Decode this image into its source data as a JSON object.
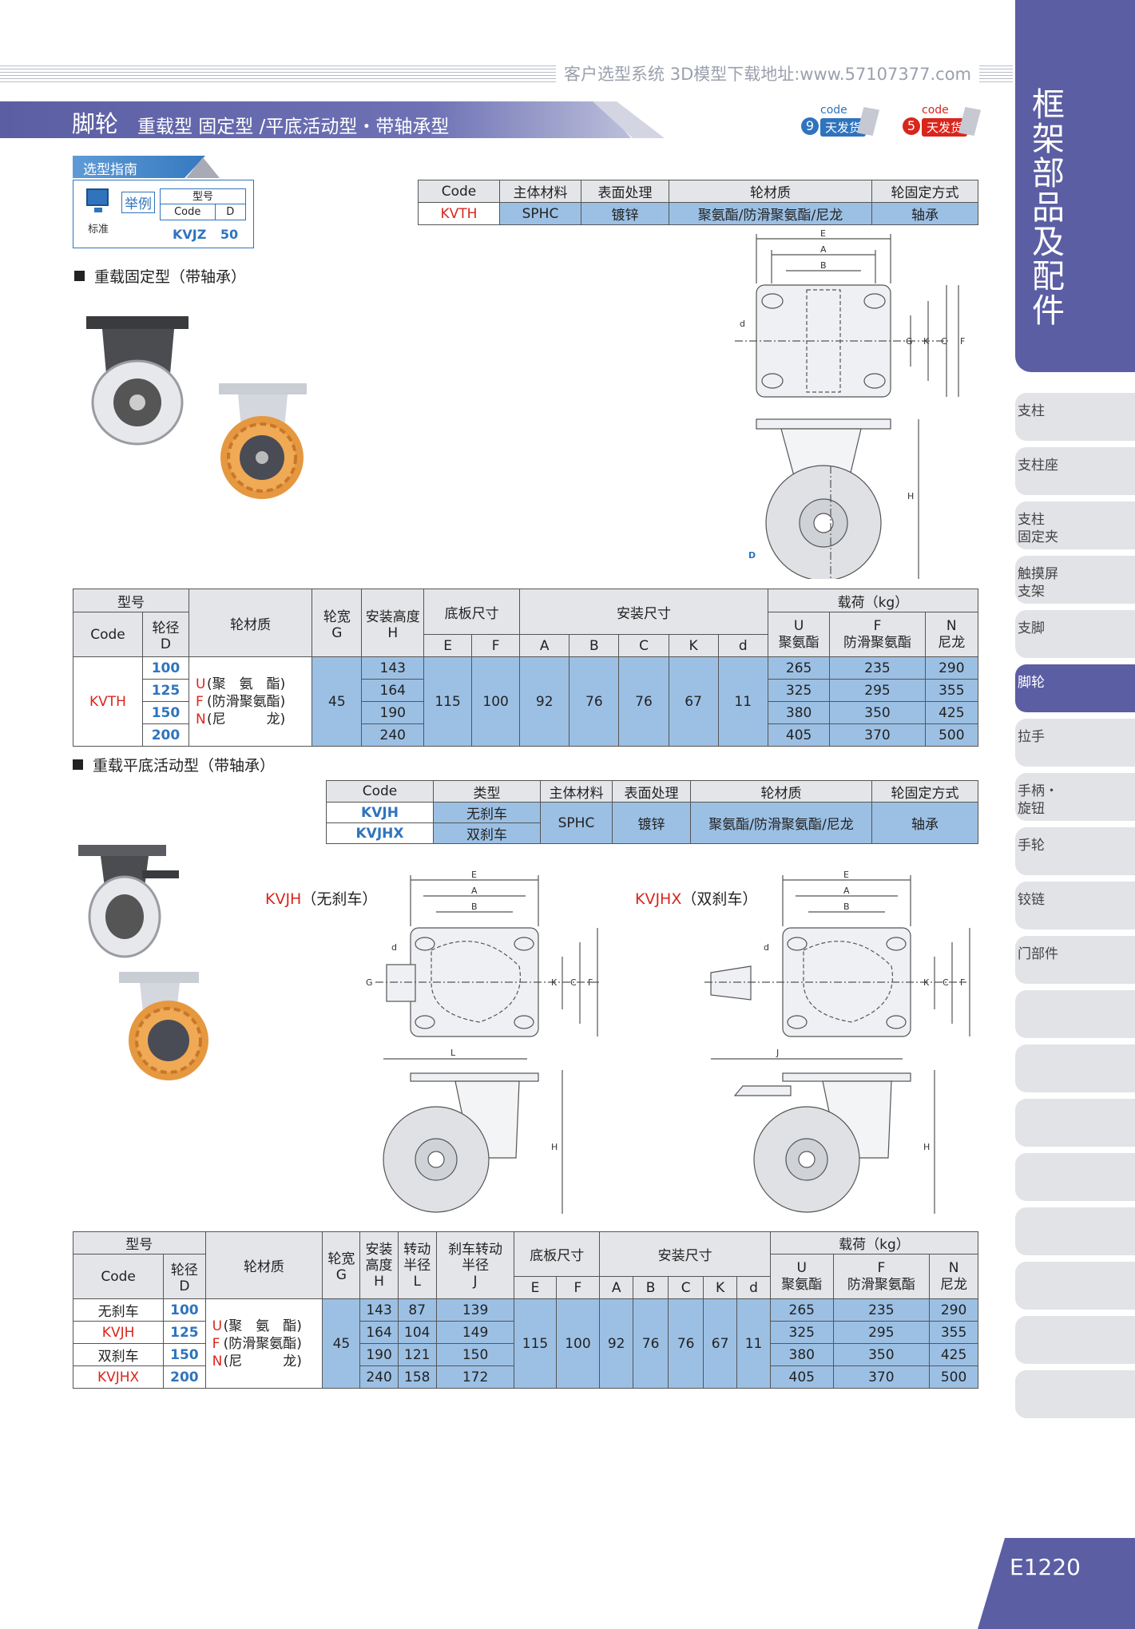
{
  "banner": "客户选型系统  3D模型下载地址:www.57107377.com",
  "header": {
    "title": "脚轮",
    "subtitle": "重载型  固定型  /平底活动型・带轴承型"
  },
  "badges": [
    {
      "code": "code",
      "num": "9",
      "days": "天发货",
      "color": "#2f74bd"
    },
    {
      "code": "code",
      "num": "5",
      "days": "天发货",
      "color": "#d9261c"
    }
  ],
  "sidebar": {
    "title": "框架部品及配件",
    "items": [
      "支柱",
      "支柱座",
      "支柱\n固定夹",
      "触摸屏\n支架",
      "支脚",
      "脚轮",
      "拉手",
      "手柄・\n旋钮",
      "手轮",
      "铰链",
      "门部件",
      "",
      "",
      "",
      "",
      "",
      "",
      "",
      ""
    ],
    "active_index": 5
  },
  "page_number": "E1220",
  "guide": {
    "bar": "选型指南",
    "example": "举例",
    "standard": "标准",
    "model": "型号",
    "col1": "Code",
    "col2": "D",
    "val1": "KVJZ",
    "val2": "50"
  },
  "section1": {
    "title": "重载固定型（带轴承）",
    "spec_head": [
      "Code",
      "主体材料",
      "表面处理",
      "轮材质",
      "轮固定方式"
    ],
    "spec_row": [
      "KVTH",
      "SPHC",
      "镀锌",
      "聚氨酯/防滑聚氨酯/尼龙",
      "轴承"
    ],
    "table": {
      "h_model": "型号",
      "h_code": "Code",
      "h_dia": "轮径\nD",
      "h_mat": "轮材质",
      "h_width": "轮宽\nG",
      "h_height": "安装高度\nH",
      "h_plate": "底板尺寸",
      "h_mount": "安装尺寸",
      "h_load": "载荷（kg）",
      "h_cols": [
        "E",
        "F",
        "A",
        "B",
        "C",
        "K",
        "d"
      ],
      "h_load_cols": [
        "U\n聚氨酯",
        "F\n防滑聚氨酯",
        "N\n尼龙"
      ],
      "code": "KVTH",
      "diameters": [
        "100",
        "125",
        "150",
        "200"
      ],
      "materials": [
        [
          "U",
          "(聚　氨　酯)"
        ],
        [
          "F",
          "(防滑聚氨酯)"
        ],
        [
          "N",
          "(尼　　　龙)"
        ]
      ],
      "width": "45",
      "heights": [
        "143",
        "164",
        "190",
        "240"
      ],
      "dims": [
        "115",
        "100",
        "92",
        "76",
        "76",
        "67",
        "11"
      ],
      "loads": [
        [
          "265",
          "235",
          "290"
        ],
        [
          "325",
          "295",
          "355"
        ],
        [
          "380",
          "350",
          "425"
        ],
        [
          "405",
          "370",
          "500"
        ]
      ]
    }
  },
  "section2": {
    "title": "重载平底活动型（带轴承）",
    "spec_head": [
      "Code",
      "类型",
      "主体材料",
      "表面处理",
      "轮材质",
      "轮固定方式"
    ],
    "spec_rows": [
      [
        "KVJH",
        "无刹车"
      ],
      [
        "KVJHX",
        "双刹车"
      ]
    ],
    "spec_common": [
      "SPHC",
      "镀锌",
      "聚氨酯/防滑聚氨酯/尼龙",
      "轴承"
    ],
    "label_a_code": "KVJH",
    "label_a": "（无刹车）",
    "label_b_code": "KVJHX",
    "label_b": "（双刹车）",
    "table": {
      "h_model": "型号",
      "h_code": "Code",
      "h_dia": "轮径\nD",
      "h_mat": "轮材质",
      "h_width": "轮宽\nG",
      "h_height": "安装\n高度\nH",
      "h_radius": "转动\n半径\nL",
      "h_brake": "刹车转动\n半径\nJ",
      "h_plate": "底板尺寸",
      "h_mount": "安装尺寸",
      "h_load": "载荷（kg）",
      "h_cols": [
        "E",
        "F",
        "A",
        "B",
        "C",
        "K",
        "d"
      ],
      "h_load_cols": [
        "U\n聚氨酯",
        "F\n防滑聚氨酯",
        "N\n尼龙"
      ],
      "codes": [
        [
          "无刹车",
          ""
        ],
        [
          "KVJH",
          "red"
        ],
        [
          "双刹车",
          ""
        ],
        [
          "KVJHX",
          "red"
        ]
      ],
      "diameters": [
        "100",
        "125",
        "150",
        "200"
      ],
      "materials": [
        [
          "U",
          "(聚　氨　酯)"
        ],
        [
          "F",
          "(防滑聚氨酯)"
        ],
        [
          "N",
          "(尼　　　龙)"
        ]
      ],
      "width": "45",
      "heights": [
        "143",
        "164",
        "190",
        "240"
      ],
      "radius": [
        "87",
        "104",
        "121",
        "158"
      ],
      "brake": [
        "139",
        "149",
        "150",
        "172"
      ],
      "dims": [
        "115",
        "100",
        "92",
        "76",
        "76",
        "67",
        "11"
      ],
      "loads": [
        [
          "265",
          "235",
          "290"
        ],
        [
          "325",
          "295",
          "355"
        ],
        [
          "380",
          "350",
          "425"
        ],
        [
          "405",
          "370",
          "500"
        ]
      ]
    }
  },
  "drawing_labels": {
    "E": "E",
    "A": "A",
    "B": "B",
    "C": "C",
    "F": "F",
    "G": "G",
    "K": "K",
    "d": "d",
    "H": "H",
    "D": "D",
    "L": "L",
    "J": "J"
  }
}
